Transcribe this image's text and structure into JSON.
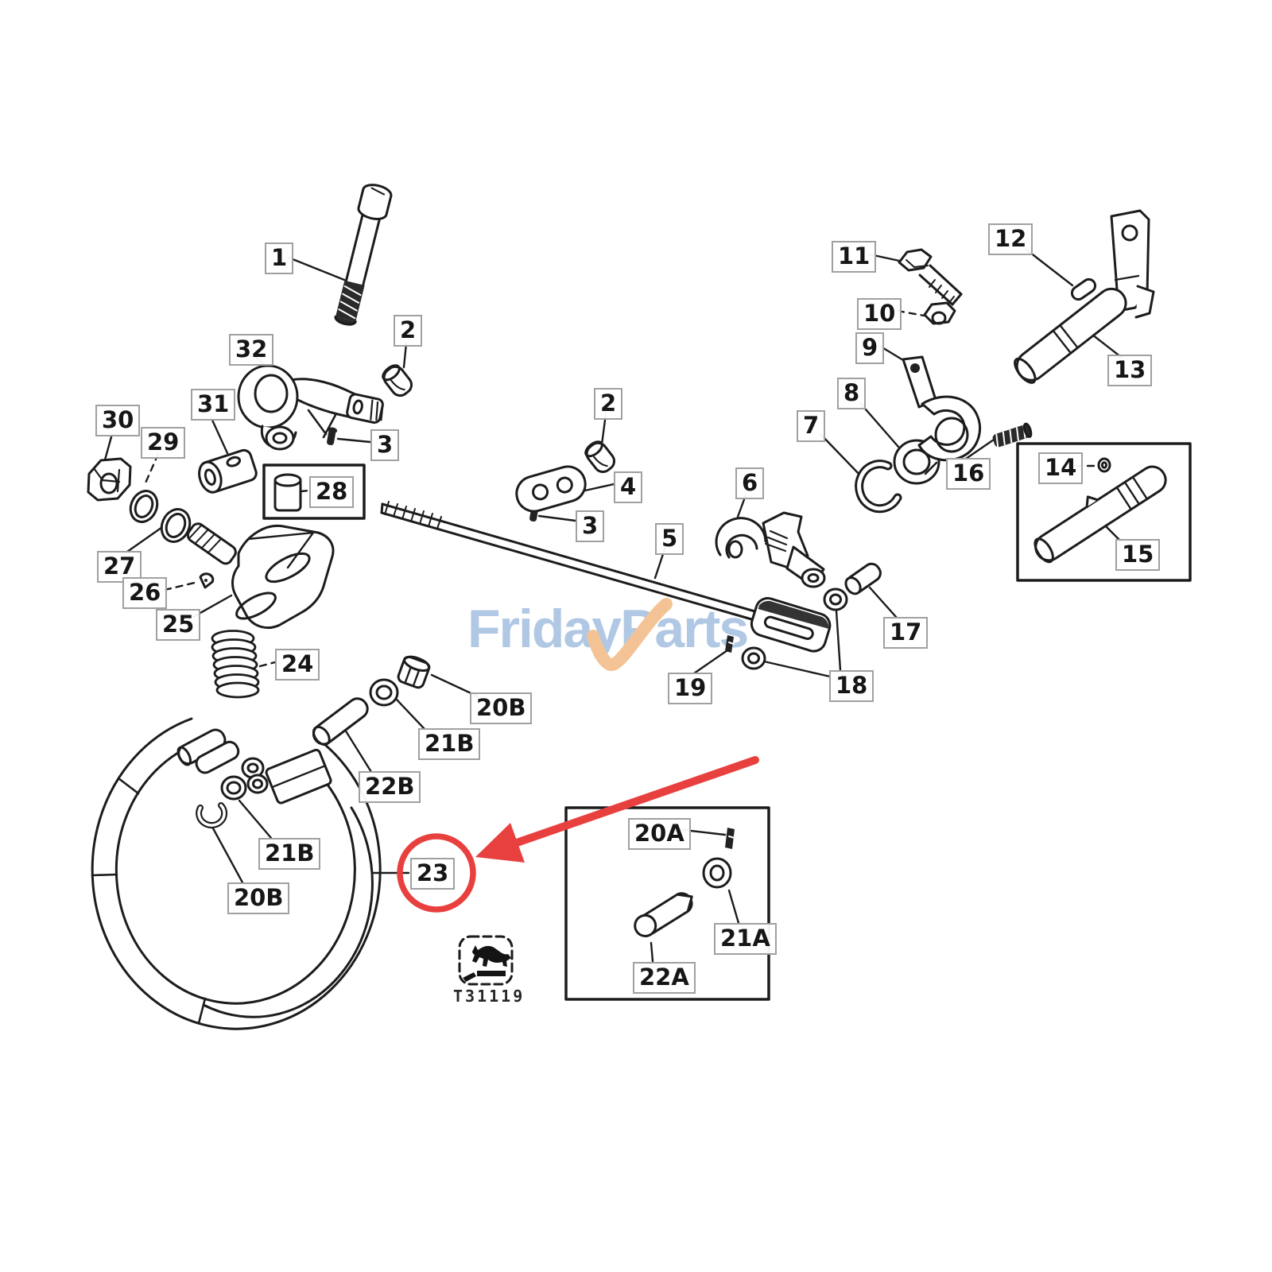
{
  "figure": {
    "type": "exploded-parts-diagram",
    "drawing_number": "T31119",
    "watermark": {
      "brand_left": "Friday",
      "brand_right": "Parts",
      "text_color": "#9fbcdf",
      "check_color": "#f2b77e"
    },
    "highlight": {
      "circled_callout": "23",
      "color": "#e8403f"
    },
    "callouts": [
      "1",
      "32",
      "2",
      "31",
      "30",
      "29",
      "3",
      "28",
      "27",
      "26",
      "25",
      "24",
      "2",
      "4",
      "3",
      "5",
      "6",
      "7",
      "8",
      "9",
      "10",
      "11",
      "12",
      "13",
      "16",
      "14",
      "15",
      "17",
      "18",
      "19",
      "20B",
      "21B",
      "22B",
      "21B",
      "20B",
      "23",
      "20A",
      "21A",
      "22A"
    ]
  }
}
